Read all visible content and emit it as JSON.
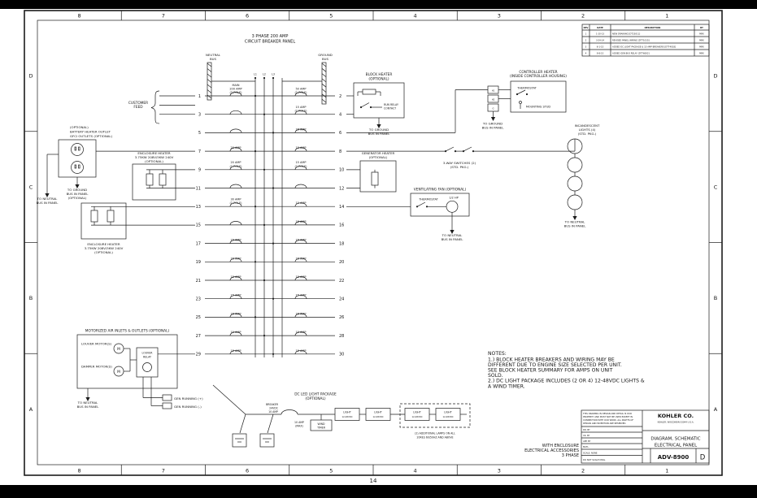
{
  "sheet": {
    "page_number": "14",
    "size_letter": "D",
    "drawing_number": "ADV-8900",
    "title_line1": "DIAGRAM, SCHEMATIC",
    "title_line2": "ELECTRICAL PANEL",
    "variant": [
      "WITH ENCLOSURE",
      "ELECTRICAL ACCESSORIES",
      "3 PHASE"
    ],
    "company": "KOHLER CO.",
    "company_address": "KOHLER, WISCONSIN 53044 U.S.A.",
    "proprietary": [
      "THIS DRAWING IN DESIGN AND DETAIL IS OUR",
      "PROPERTY AND MUST NOT BE USED EXCEPT IN",
      "CONNECTION WITH OUR WORK. ALL RIGHTS OF",
      "DESIGN AND INVENTION ARE RESERVED."
    ],
    "fields": [
      "DR. BY",
      "CK. BY",
      "APP. BY",
      "MATL.",
      "SCALE: NONE",
      "DO NOT SCALE DWG."
    ]
  },
  "grid": {
    "columns": [
      "8",
      "7",
      "6",
      "5",
      "4",
      "3",
      "2",
      "1"
    ],
    "rows": [
      "D",
      "C",
      "B",
      "A"
    ]
  },
  "revisions": {
    "header": [
      "REV",
      "DATE",
      "DESCRIPTION",
      "BY"
    ],
    "rows": [
      [
        "1",
        "1-10-13",
        "NEW DRAWING [DT23011]",
        "MRK"
      ],
      [
        "2",
        "3-24-14",
        "REVISED PANEL WIRING [DT71015]",
        "MRK"
      ],
      [
        "3",
        "6-1-15",
        "ADDED DC LIGHT PACKAGE & 15 AMP BREAKERS [DT74018]",
        "MRK"
      ],
      [
        "4",
        "9-8-15",
        "ADDED GEN BUS RELAY [DT76002]",
        "MRK"
      ]
    ]
  },
  "panel": {
    "title": [
      "3 PHASE 200 AMP",
      "CIRCUIT BREAKER PANEL"
    ],
    "neutral_bus": [
      "NEUTRAL",
      "BUS"
    ],
    "ground_bus": [
      "GROUND",
      "BUS"
    ],
    "phases": [
      "L1",
      "L2",
      "L3"
    ],
    "customer_feed": [
      "CUSTOMER",
      "FEED"
    ],
    "rows": [
      {
        "l": "1",
        "r": "2",
        "ll": [
          "MAIN",
          "200 AMP",
          "(3 POLE)"
        ],
        "rl": [
          "50 AMP",
          "(2 POLE)"
        ]
      },
      {
        "l": "3",
        "r": "4",
        "ll": [],
        "rl": [
          "15 AMP",
          "(2 POLE)"
        ]
      },
      {
        "l": "5",
        "r": "6",
        "ll": [],
        "rl": [
          "15 AMP"
        ]
      },
      {
        "l": "7",
        "r": "8",
        "ll": [
          "20 AMP"
        ],
        "rl": [
          "15 AMP"
        ]
      },
      {
        "l": "9",
        "r": "10",
        "ll": [
          "20 AMP",
          "(2 POLE)"
        ],
        "rl": [
          "15 AMP",
          "(2 POLE)"
        ]
      },
      {
        "l": "11",
        "r": "12",
        "ll": [],
        "rl": []
      },
      {
        "l": "13",
        "r": "14",
        "ll": [
          "30 AMP",
          "(2 POLE)"
        ],
        "rl": [
          "15 AMP"
        ]
      },
      {
        "l": "15",
        "r": "16",
        "ll": [],
        "rl": [
          "15 AMP"
        ]
      },
      {
        "l": "17",
        "r": "18",
        "ll": [
          "15 AMP"
        ],
        "rl": [
          "15 AMP"
        ]
      },
      {
        "l": "19",
        "r": "20",
        "ll": [
          "15 AMP"
        ],
        "rl": [
          "15 AMP"
        ]
      },
      {
        "l": "21",
        "r": "22",
        "ll": [
          "15 AMP"
        ],
        "rl": [
          "15 AMP"
        ]
      },
      {
        "l": "23",
        "r": "24",
        "ll": [
          "15 AMP"
        ],
        "rl": [
          "15 AMP"
        ]
      },
      {
        "l": "25",
        "r": "26",
        "ll": [
          "15 AMP"
        ],
        "rl": [
          "15 AMP"
        ]
      },
      {
        "l": "27",
        "r": "28",
        "ll": [
          "15 AMP"
        ],
        "rl": [
          "15 AMP"
        ]
      },
      {
        "l": "29",
        "r": "30",
        "ll": [
          "15 AMP"
        ],
        "rl": [
          "15 AMP"
        ]
      }
    ]
  },
  "components": {
    "block_heater": {
      "label": [
        "BLOCK HEATER",
        "(OPTIONAL)"
      ],
      "run_relay": [
        "RUN RELAY",
        "CONTACT"
      ],
      "ground": [
        "TO GROUND",
        "BUS IN PANEL"
      ]
    },
    "controller_heater": {
      "label": [
        "CONTROLLER HEATER",
        "(INSIDE CONTROLLER HOUSING)"
      ],
      "thermostat": "THERMOSTAT",
      "mounting_stud": "MOUNTING STUD",
      "terminals": [
        "H1",
        "H2",
        "G"
      ],
      "ground": [
        "TO GROUND",
        "BUS IN PANEL"
      ]
    },
    "incandescent_lights": {
      "label": [
        "INCANDESCENT",
        "LIGHTS (4)",
        "(STD. PKG.)"
      ],
      "count": 4,
      "neutral": [
        "TO NEUTRAL",
        "BUS IN PANEL"
      ]
    },
    "three_way_switches": {
      "label": [
        "3-WAY SWITCHES (2)",
        "(STD. PKG.)"
      ]
    },
    "generator_heater": {
      "label": [
        "GENERATOR HEATER",
        "(OPTIONAL)"
      ]
    },
    "ventilating_fan": {
      "label": "VENTILATING FAN (OPTIONAL)",
      "thermostat": "THERMOSTAT",
      "rating": "1/2 HP",
      "neutral": [
        "TO NEUTRAL",
        "BUS IN PANEL"
      ]
    },
    "outlets": {
      "label": [
        "(OPTIONAL)",
        "BATTERY HEATER OUTLET",
        "GFCI OUTLETS (OPTIONAL)"
      ],
      "ground": [
        "TO GROUND",
        "BUS IN PANEL",
        "(OPTIONAL)"
      ],
      "neutral": [
        "TO NEUTRAL",
        "BUS IN PANEL"
      ]
    },
    "enclosure_heater_upper": {
      "label": [
        "ENCLOSURE HEATER",
        "3.75KW 208V/5KW 240V",
        "(OPTIONAL)"
      ]
    },
    "enclosure_heater_lower": {
      "label": [
        "ENCLOSURE HEATER",
        "3.75KW 208V/5KW 240V",
        "(OPTIONAL)"
      ]
    },
    "louvers": {
      "label": "MOTORIZED AIR INLETS & OUTLETS (OPTIONAL)",
      "louver_motor": "LOUVER MOTOR(S)",
      "damper_motor": "DAMPER MOTOR(S)",
      "relay": [
        "LOUVER",
        "RELAY"
      ],
      "motor_symbol": "M",
      "neutral": [
        "TO NEUTRAL",
        "BUS IN PANEL"
      ],
      "gen_running_pos": "GEN RUNNING (+)",
      "gen_running_neg": "GEN RUNNING (-)"
    },
    "dc_light_package": {
      "label": [
        "DC LED LIGHT PACKAGE",
        "(OPTIONAL)"
      ],
      "breaker": [
        "BREAKER",
        "24VDC",
        "10 AMP"
      ],
      "light": [
        "LIGHT",
        "12-48VDC"
      ],
      "light_count": 4,
      "max": [
        "10 AMP",
        "(MAX)"
      ],
      "wind_timer": [
        "WIND",
        "TIMER"
      ],
      "additional": [
        "(2) ADDITIONAL LAMPS ON ALL",
        "20RES 60/50HZ AND ABOVE"
      ]
    }
  },
  "notes": {
    "title": "NOTES:",
    "lines": [
      "1.)  BLOCK HEATER BREAKERS AND WIRING MAY BE",
      "      DIFFERENT DUE TO ENGINE SIZE SELECTED PER UNIT.",
      "      SEE BLOCK HEATER SUMMARY FOR AMPS ON UNIT",
      "      SOLD.",
      "2.)  DC LIGHT PACKAGE INCLUDES (2 OR 4) 12-48VDC LIGHTS &",
      "      A WIND TIMER."
    ]
  }
}
